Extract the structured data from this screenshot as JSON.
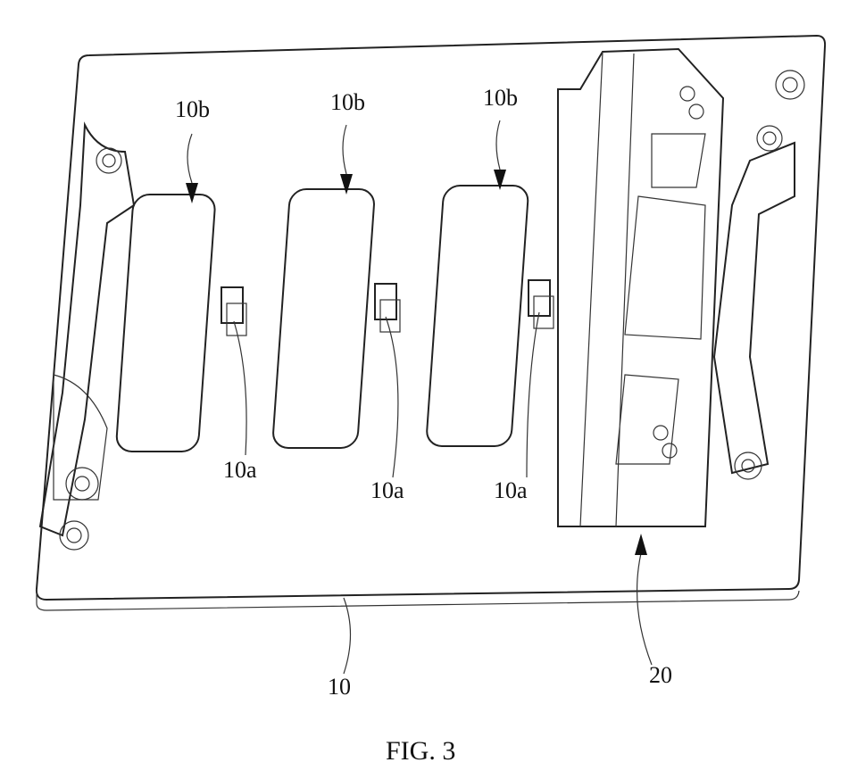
{
  "figure": {
    "caption": "FIG. 3",
    "labels": {
      "slot_top": [
        "10b",
        "10b",
        "10b"
      ],
      "latch": [
        "10a",
        "10a",
        "10a"
      ],
      "plate": "10",
      "module": "20"
    }
  }
}
